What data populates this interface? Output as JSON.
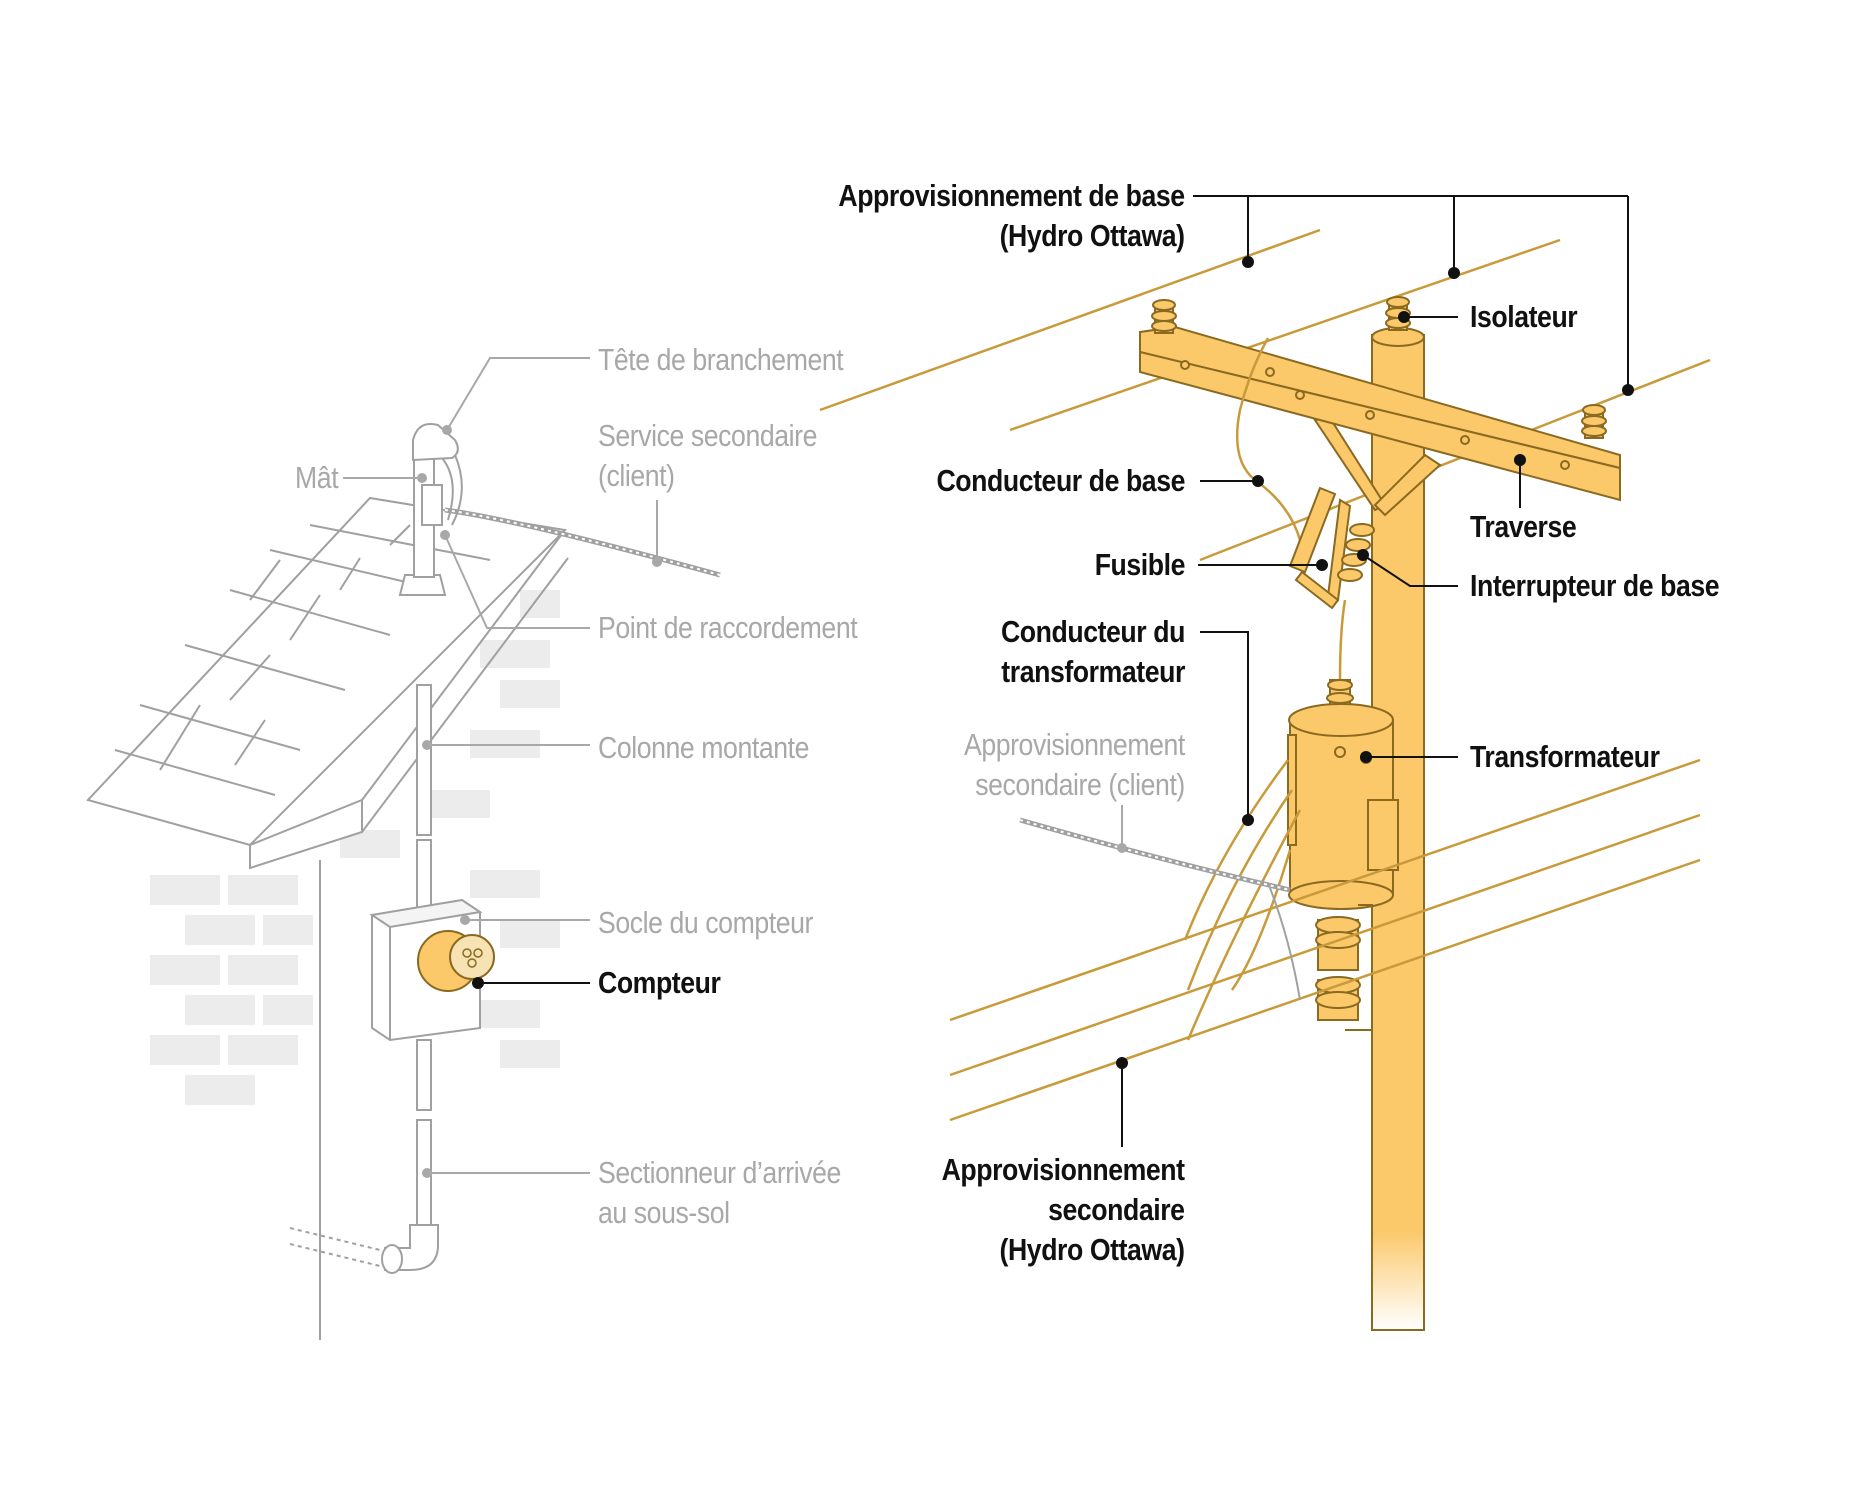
{
  "colors": {
    "pole": "#fbc86a",
    "pole_stroke": "#8a6a20",
    "house_line": "#a0a0a0",
    "leader_dark": "#111111",
    "leader_gray": "#a8a8a8",
    "brick": "#ececec"
  },
  "house_labels": {
    "tete": "Tête de branchement",
    "service_1": "Service secondaire",
    "service_2": "(client)",
    "mat": "Mât",
    "point": "Point de raccordement",
    "colonne": "Colonne montante",
    "socle": "Socle du compteur",
    "compteur": "Compteur",
    "sectionneur_1": "Sectionneur d’arrivée",
    "sectionneur_2": "au sous-sol"
  },
  "pole_labels": {
    "appro_base_1": "Approvisionnement de base",
    "appro_base_2": "(Hydro Ottawa)",
    "isolateur": "Isolateur",
    "conducteur_base": "Conducteur de base",
    "traverse": "Traverse",
    "fusible": "Fusible",
    "interrupteur": "Interrupteur de base",
    "cond_transfo_1": "Conducteur du",
    "cond_transfo_2": "transformateur",
    "appro_client_1": "Approvisionnement",
    "appro_client_2": "secondaire (client)",
    "transformateur": "Transformateur",
    "appro_sec_1": "Approvisionnement",
    "appro_sec_2": "secondaire",
    "appro_sec_3": "(Hydro Ottawa)"
  },
  "icons": [
    "service-head-icon",
    "meter-icon",
    "insulator-icon",
    "fuse-cutout-icon",
    "transformer-icon"
  ]
}
